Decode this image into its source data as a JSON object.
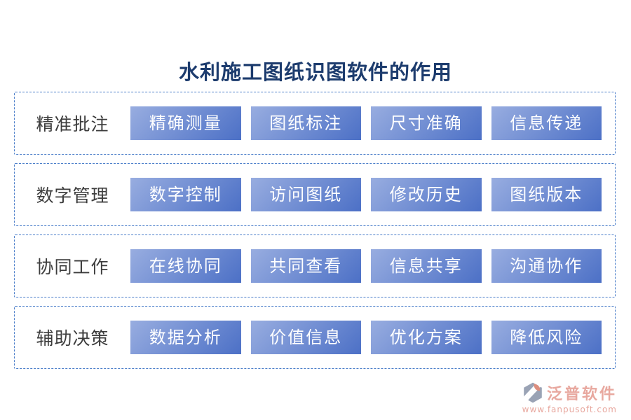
{
  "title": "水利施工图纸识图软件的作用",
  "rows": [
    {
      "label": "精准批注",
      "buttons": [
        "精确测量",
        "图纸标注",
        "尺寸准确",
        "信息传递"
      ]
    },
    {
      "label": "数字管理",
      "buttons": [
        "数字控制",
        "访问图纸",
        "修改历史",
        "图纸版本"
      ]
    },
    {
      "label": "协同工作",
      "buttons": [
        "在线协同",
        "共同查看",
        "信息共享",
        "沟通协作"
      ]
    },
    {
      "label": "辅助决策",
      "buttons": [
        "数据分析",
        "价值信息",
        "优化方案",
        "降低风险"
      ]
    }
  ],
  "footer": {
    "brand": "泛普软件",
    "url": "www.fanpusoft.com"
  },
  "colors": {
    "title_color": "#1d3c6e",
    "border_color": "#4a7dc9",
    "btn_grad_start": "#98ade0",
    "btn_grad_end": "#4c70c6",
    "btn_text": "#ffffff",
    "label_color": "#3c3c3c",
    "brand_color": "#e8a89f"
  }
}
